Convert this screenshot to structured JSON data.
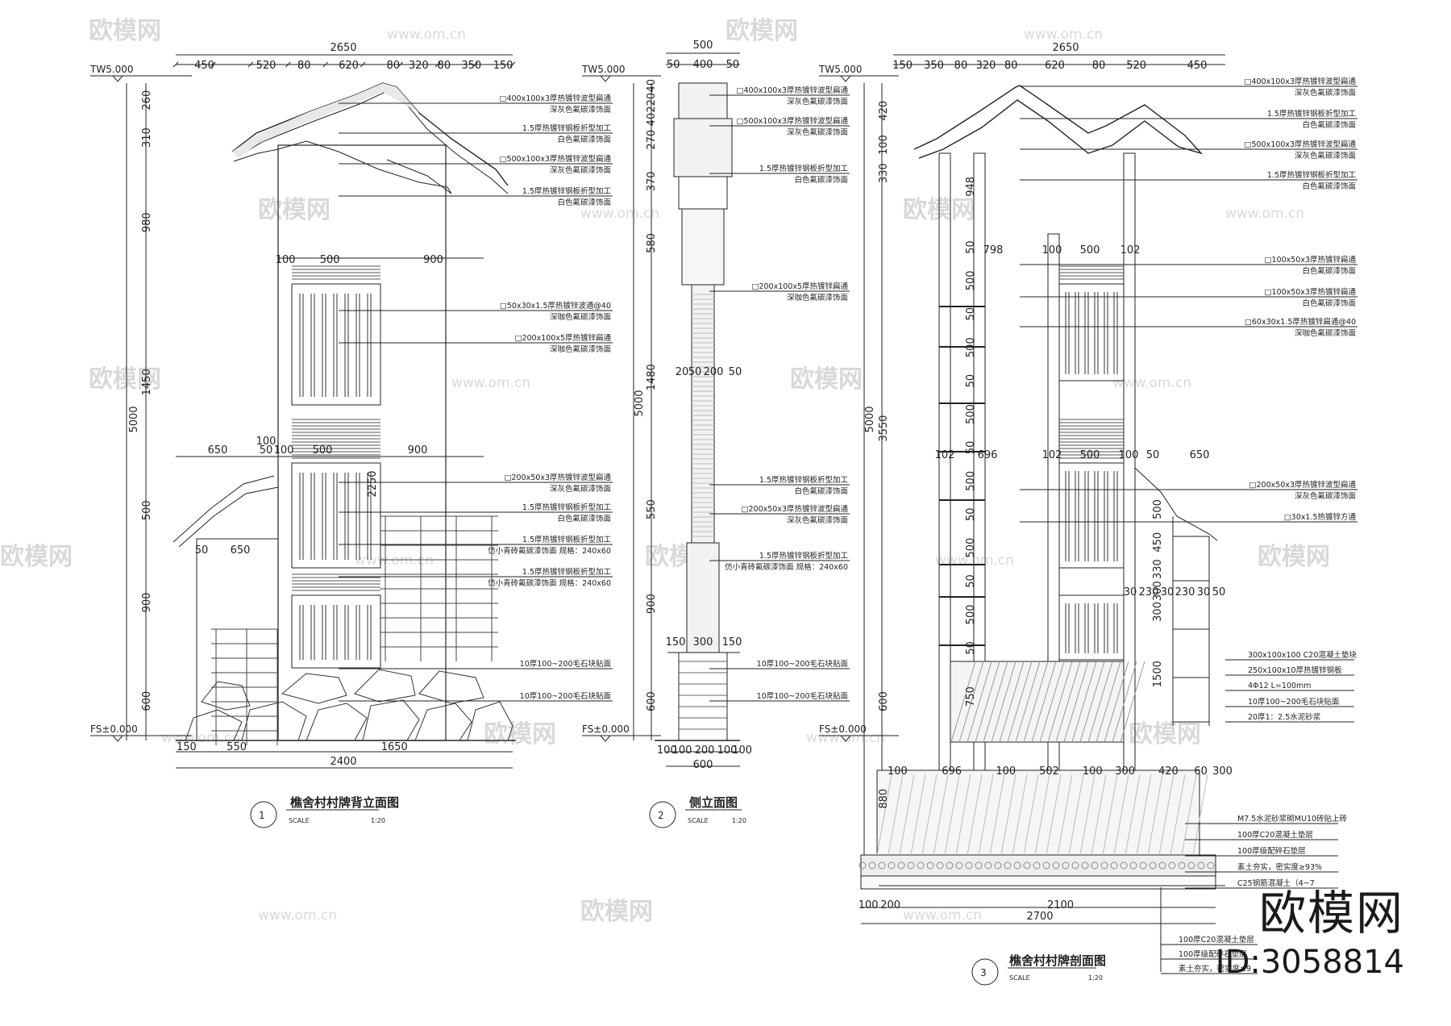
{
  "watermarks": {
    "brand": "欧模网",
    "site": "www.om.cn"
  },
  "levels": {
    "top": "TW5.000",
    "ground": "FS±0.000"
  },
  "view1": {
    "number": "1",
    "title": "樵舍村村牌背立面图",
    "scale_label": "SCALE",
    "scale": "1:20",
    "top_total": "2650",
    "top_dims": [
      "450",
      "520",
      "80",
      "620",
      "80",
      "320",
      "80",
      "350",
      "150"
    ],
    "left_dims": [
      "260",
      "310",
      "980",
      "1450",
      "500",
      "900",
      "600"
    ],
    "total_height": "5000",
    "mid_dims_a": [
      "100",
      "500",
      "900"
    ],
    "mid_dims_b": [
      "650",
      "50",
      "100",
      "500",
      "900",
      "100"
    ],
    "side_dims": [
      "2250",
      "50",
      "650"
    ],
    "bottom_dims": [
      "150",
      "550",
      "1650"
    ],
    "bottom_total": "2400",
    "notes": [
      [
        "□400x100x3厚热镀锌波型扁通",
        "深灰色氟碳漆饰面"
      ],
      [
        "1.5厚热镀锌钢板折型加工",
        "白色氟碳漆饰面"
      ],
      [
        "□500x100x3厚热镀锌波型扁通",
        "深灰色氟碳漆饰面"
      ],
      [
        "1.5厚热镀锌钢板折型加工",
        "白色氟碳漆饰面"
      ],
      [
        "□50x30x1.5厚热镀锌波通@40",
        "深咖色氟碳漆饰面"
      ],
      [
        "□200x100x5厚热镀锌扁通",
        "深咖色氟碳漆饰面"
      ],
      [
        "□200x50x3厚热镀锌波型扁通",
        "深灰色氟碳漆饰面"
      ],
      [
        "1.5厚热镀锌钢板折型加工",
        "白色氟碳漆饰面"
      ],
      [
        "1.5厚热镀锌钢板折型加工",
        "仿小青砖氟碳漆饰面 规格：240x60"
      ],
      [
        "1.5厚热镀锌钢板折型加工",
        "仿小青砖氟碳漆饰面 规格：240x60"
      ],
      [
        "10厚100~200毛石块贴面",
        ""
      ],
      [
        "10厚100~200毛石块贴面",
        ""
      ]
    ]
  },
  "view2": {
    "number": "2",
    "title": "侧立面图",
    "scale_label": "SCALE",
    "scale": "1:20",
    "top_total": "500",
    "top_dims": [
      "50",
      "400",
      "50"
    ],
    "left_dims": [
      "40",
      "220",
      "40",
      "270",
      "370",
      "580",
      "1480",
      "550",
      "900",
      "600"
    ],
    "total_height": "5000",
    "mid_dims": [
      "20",
      "50",
      "200",
      "50"
    ],
    "low_dims": [
      "150",
      "300",
      "150"
    ],
    "bottom_dims": [
      "100",
      "100",
      "200",
      "100",
      "100"
    ],
    "bottom_total": "600",
    "notes": [
      [
        "□400x100x3厚热镀锌波型扁通",
        "深灰色氟碳漆饰面"
      ],
      [
        "□500x100x3厚热镀锌波型扁通",
        "深灰色氟碳漆饰面"
      ],
      [
        "1.5厚热镀锌钢板折型加工",
        "白色氟碳漆饰面"
      ],
      [
        "□200x100x5厚热镀锌扁通",
        "深咖色氟碳漆饰面"
      ],
      [
        "1.5厚热镀锌钢板折型加工",
        "白色氟碳漆饰面"
      ],
      [
        "□200x50x3厚热镀锌波型扁通",
        "深灰色氟碳漆饰面"
      ],
      [
        "1.5厚热镀锌钢板折型加工",
        "仿小青砖氟碳漆饰面 规格：240x60"
      ],
      [
        "10厚100~200毛石块贴面",
        ""
      ],
      [
        "10厚100~200毛石块贴面",
        ""
      ]
    ]
  },
  "view3": {
    "number": "3",
    "title": "樵舍村村牌剖面图",
    "scale_label": "SCALE",
    "scale": "1:20",
    "top_total": "2650",
    "top_dims": [
      "150",
      "350",
      "80",
      "320",
      "80",
      "620",
      "80",
      "520",
      "450"
    ],
    "left_dims": [
      "420",
      "100",
      "330",
      "3550",
      "600",
      "880"
    ],
    "total_height": "5000",
    "inner_dims": [
      "948",
      "50",
      "500",
      "50",
      "500",
      "50",
      "500",
      "50",
      "500",
      "50",
      "500",
      "50",
      "500",
      "50",
      "750"
    ],
    "row_a": [
      "798",
      "100",
      "500",
      "102"
    ],
    "row_b": [
      "102",
      "696",
      "102",
      "500",
      "100",
      "50",
      "650"
    ],
    "row_c": [
      "30",
      "230",
      "30",
      "230",
      "30",
      "50"
    ],
    "right_dims": [
      "500",
      "450",
      "330",
      "300",
      "300",
      "1500"
    ],
    "foundation_dims": [
      "100",
      "696",
      "100",
      "502",
      "100",
      "300",
      "420",
      "60",
      "300"
    ],
    "bottom_dims": [
      "100",
      "200",
      "2100"
    ],
    "bottom_total": "2700",
    "notes": [
      [
        "□400x100x3厚热镀锌波型扁通",
        "深灰色氟碳漆饰面"
      ],
      [
        "1.5厚热镀锌钢板折型加工",
        "白色氟碳漆饰面"
      ],
      [
        "□500x100x3厚热镀锌波型扁通",
        "深灰色氟碳漆饰面"
      ],
      [
        "1.5厚热镀锌钢板折型加工",
        "白色氟碳漆饰面"
      ],
      [
        "□100x50x3厚热镀锌扁通",
        "白色氟碳漆饰面"
      ],
      [
        "□100x50x3厚热镀锌扁通",
        "白色氟碳漆饰面"
      ],
      [
        "□60x30x1.5厚热镀锌扁通@40",
        "深咖色氟碳漆饰面"
      ],
      [
        "□200x50x3厚热镀锌波型扁通",
        "深灰色氟碳漆饰面"
      ],
      [
        "□30x1.5热镀锌方通",
        ""
      ]
    ],
    "foot_notes": [
      "300x100x100 C20混凝土垫块",
      "250x100x10厚热镀锌钢板",
      "4Φ12 L=100mm",
      "10厚100~200毛石块贴面",
      "20厚1：2.5水泥砂浆"
    ],
    "layer_notes": [
      "M7.5水泥砂浆砌MU10砖贴上砖",
      "100厚C20混凝土垫层",
      "100厚级配碎石垫层",
      "素土夯实，密实度≥93%",
      "C25钢筋混凝土（4~7"
    ],
    "layer_notes_b": [
      "100厚C20混凝土垫层",
      "100厚级配碎石垫层",
      "素土夯实，密实度≥9"
    ]
  },
  "stamp": {
    "brand": "欧模网",
    "id": "ID:3058814"
  }
}
